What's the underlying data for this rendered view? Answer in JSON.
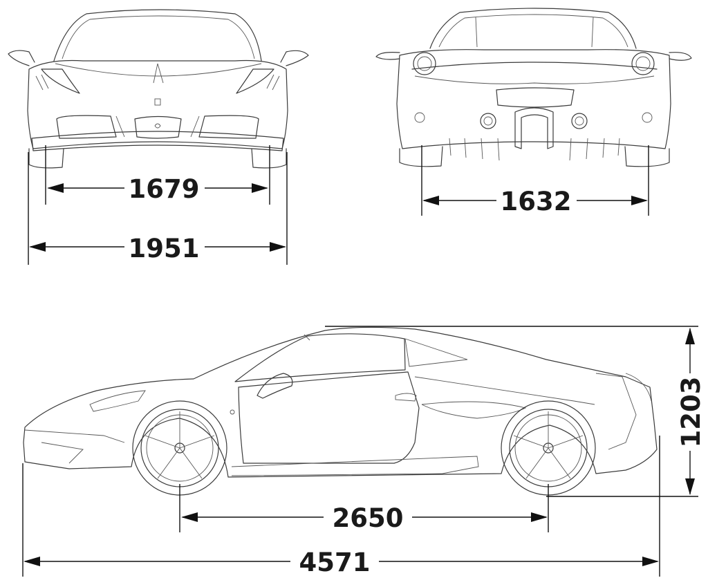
{
  "dimensions": {
    "front_track": "1679",
    "overall_width": "1951",
    "rear_track": "1632",
    "height": "1203",
    "wheelbase": "2650",
    "overall_length": "4571"
  },
  "colors": {
    "linework": "#3a3a3a",
    "dimension": "#111111",
    "background": "#ffffff"
  }
}
